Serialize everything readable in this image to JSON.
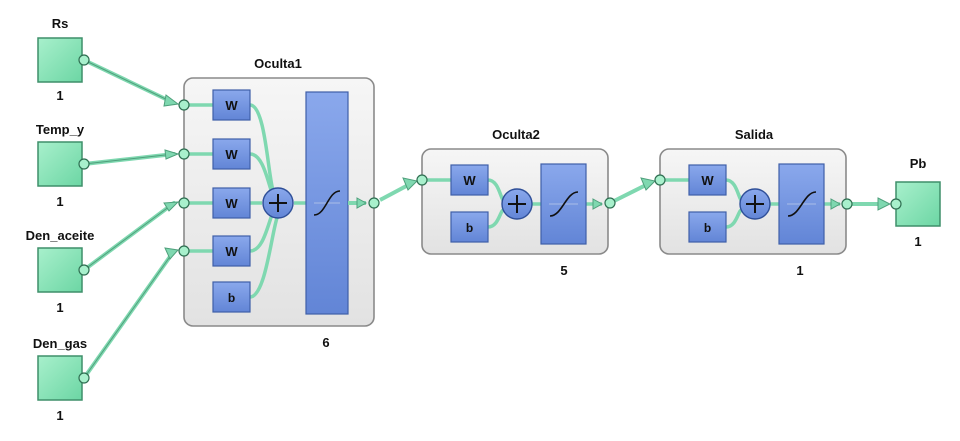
{
  "inputs": [
    {
      "name": "Rs",
      "size": "1"
    },
    {
      "name": "Temp_y",
      "size": "1"
    },
    {
      "name": "Den_aceite",
      "size": "1"
    },
    {
      "name": "Den_gas",
      "size": "1"
    }
  ],
  "layers": [
    {
      "name": "Oculta1",
      "size": "6",
      "weight_labels": [
        "W",
        "W",
        "W",
        "W"
      ],
      "bias_label": "b",
      "transfer": "tansig"
    },
    {
      "name": "Oculta2",
      "size": "5",
      "weight_labels": [
        "W"
      ],
      "bias_label": "b",
      "transfer": "tansig"
    },
    {
      "name": "Salida",
      "size": "1",
      "weight_labels": [
        "W"
      ],
      "bias_label": "b",
      "transfer": "tansig"
    }
  ],
  "output": {
    "name": "Pb",
    "size": "1"
  },
  "colors": {
    "io_fill": "#7fe0b0",
    "io_stroke": "#3f8f6a",
    "wire": "#7fd8b0",
    "block_fill": "#6b8fd8",
    "block_stroke": "#3f5fa8",
    "layer_fill": "#ececec",
    "layer_stroke": "#8a8a8a"
  },
  "icons": [
    "sum-icon",
    "sigmoid-transfer-icon",
    "connection-node-icon"
  ]
}
